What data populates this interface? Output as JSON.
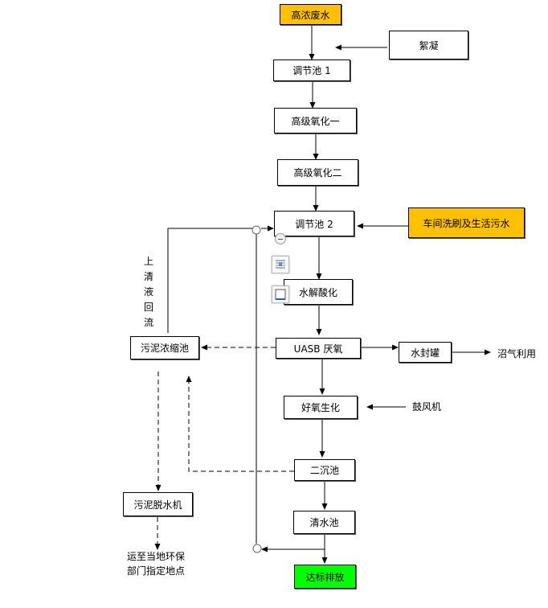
{
  "nodes": {
    "high_conc_wastewater": "高浓废水",
    "flocculation": "絮凝",
    "equalization_tank_1": "调节池 1",
    "advanced_oxidation_1": "高级氧化一",
    "advanced_oxidation_2": "高级氧化二",
    "equalization_tank_2": "调节池 2",
    "workshop_domestic_wastewater": "车间洗刷及生活污水",
    "hydrolysis_acidification": "水解酸化",
    "uasb_anaerobic": "UASB 厌氧",
    "water_seal_tank": "水封罐",
    "sludge_thickener": "污泥浓缩池",
    "aerobic_biochemical": "好氧生化",
    "secondary_clarifier": "二沉池",
    "sludge_dewatering": "污泥脱水机",
    "clean_water_tank": "清水池",
    "compliant_discharge": "达标排放"
  },
  "labels": {
    "biogas_use": "沼气利用",
    "blower": "鼓风机",
    "disposal_line1": "运至当地环保",
    "disposal_line2": "部门指定地点",
    "supernatant_return": [
      "上",
      "清",
      "液",
      "回",
      "流"
    ]
  },
  "colors": {
    "source_highlight": "#ffc000",
    "discharge_highlight": "#00ff00"
  },
  "icons": [
    "collapse-minus-icon",
    "layout-options-icon",
    "shape-style-icon"
  ]
}
